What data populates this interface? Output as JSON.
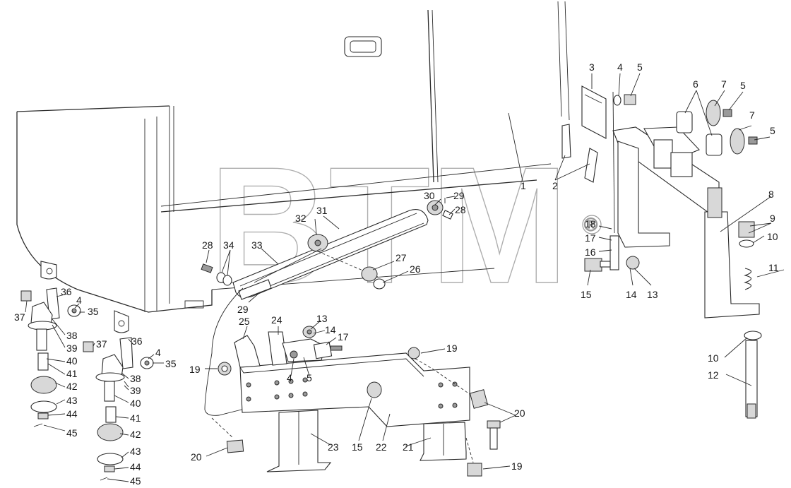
{
  "watermark": {
    "text": "BTM",
    "mark": "®"
  },
  "callouts": {
    "c1": "1",
    "c2": "2",
    "c3": "3",
    "c4a": "4",
    "c5a": "5",
    "c6": "6",
    "c7a": "7",
    "c5b": "5",
    "c7b": "7",
    "c5c": "5",
    "c8": "8",
    "c9": "9",
    "c10a": "10",
    "c11": "11",
    "c10b": "10",
    "c12": "12",
    "c18": "18",
    "c17a": "17",
    "c16": "16",
    "c15a": "15",
    "c14a": "14",
    "c13a": "13",
    "c30": "30",
    "c29a": "29",
    "c28a": "28",
    "c32": "32",
    "c31": "31",
    "c33": "33",
    "c28b": "28",
    "c34": "34",
    "c27": "27",
    "c26": "26",
    "c29b": "29",
    "c36a": "36",
    "c37a": "37",
    "c4b": "4",
    "c35a": "35",
    "c38a": "38",
    "c39a": "39",
    "c40a": "40",
    "c41a": "41",
    "c42a": "42",
    "c43a": "43",
    "c44a": "44",
    "c45a": "45",
    "c36b": "36",
    "c37b": "37",
    "c4c": "4",
    "c35b": "35",
    "c38b": "38",
    "c39b": "39",
    "c40b": "40",
    "c41b": "41",
    "c42b": "42",
    "c43b": "43",
    "c44b": "44",
    "c45b": "45",
    "c24": "24",
    "c25": "25",
    "c13b": "13",
    "c14b": "14",
    "c17b": "17",
    "c19a": "19",
    "c4d": "4",
    "c5d": "5",
    "c19b": "19",
    "c20a": "20",
    "c23": "23",
    "c15b": "15",
    "c22": "22",
    "c21": "21",
    "c20b": "20",
    "c19c": "19"
  }
}
